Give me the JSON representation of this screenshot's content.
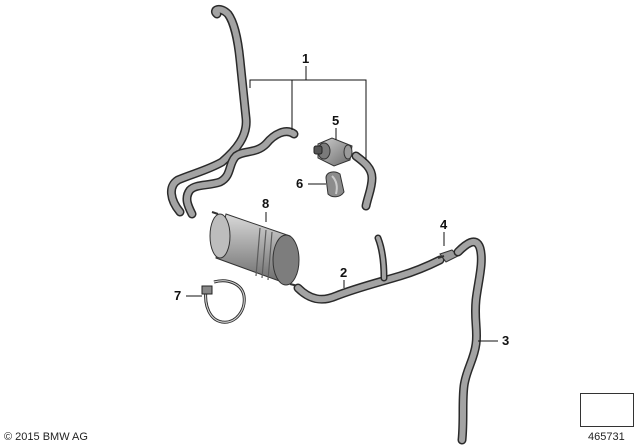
{
  "callouts": {
    "c1": "1",
    "c2": "2",
    "c3": "3",
    "c4": "4",
    "c5": "5",
    "c6": "6",
    "c7": "7",
    "c8": "8"
  },
  "footer": {
    "copyright": "© 2015 BMW AG",
    "diagram_number": "465731"
  },
  "colors": {
    "hose": "#9a9a9a",
    "hose_outline": "#2a2a2a",
    "canister": "#a6a6a6",
    "leader_line": "#111111"
  }
}
